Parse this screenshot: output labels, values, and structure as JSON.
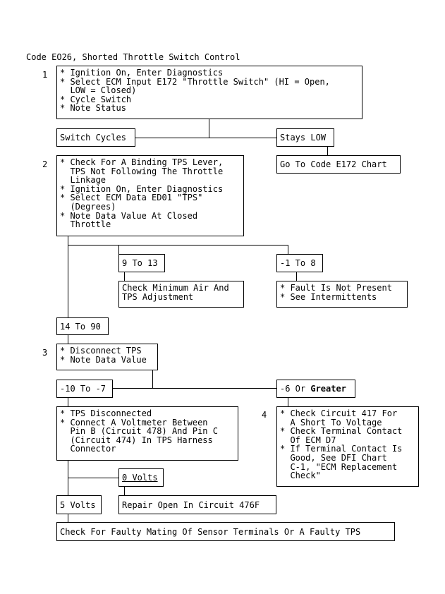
{
  "title": "Code EO26, Shorted Throttle Switch Control",
  "steps": {
    "s1": "1",
    "s2": "2",
    "s3": "3",
    "s4": "4"
  },
  "boxes": {
    "step1": [
      "* Ignition On, Enter Diagnostics",
      "* Select ECM Input E172 \"Throttle Switch\" (HI = Open,",
      "  LOW = Closed)",
      "* Cycle Switch",
      "* Note Status"
    ],
    "switch_cycles": "Switch Cycles",
    "stays_low": "Stays LOW",
    "go_to_e172": "Go To Code E172 Chart",
    "step2": [
      "* Check For A Binding TPS Lever,",
      "  TPS Not Following The Throttle",
      "  Linkage",
      "* Ignition On, Enter Diagnostics",
      "* Select ECM Data ED01 \"TPS\"",
      "  (Degrees)",
      "* Note Data Value At Closed",
      "  Throttle"
    ],
    "r9_13": "9 To 13",
    "rneg1_8": "-1 To 8",
    "check_min_air": [
      "Check Minimum Air And",
      "TPS Adjustment"
    ],
    "fault_not_present": [
      "* Fault Is Not Present",
      "* See Intermittents"
    ],
    "r14_90": "14 To 90",
    "step3": [
      "* Disconnect TPS",
      "* Note Data Value"
    ],
    "rneg10_neg7": "-10 To -7",
    "rneg6_prefix": "-6 Or ",
    "rneg6_bold": "Greater",
    "tps_disconnected": [
      "* TPS Disconnected",
      "* Connect A Voltmeter Between",
      "  Pin B (Circuit 478) And Pin C",
      "  (Circuit 474) In TPS Harness",
      "  Connector"
    ],
    "check_417": [
      "* Check Circuit 417 For",
      "  A Short To Voltage",
      "* Check Terminal Contact",
      "  Of ECM D7",
      "* If Terminal Contact Is",
      "  Good, See DFI Chart",
      "  C-1, \"ECM Replacement",
      "  Check\""
    ],
    "zero_volts": "0 Volts",
    "five_volts": "5 Volts",
    "repair_open": "Repair Open In Circuit 476F",
    "check_faulty": "Check For Faulty Mating Of Sensor Terminals Or A Faulty TPS"
  }
}
